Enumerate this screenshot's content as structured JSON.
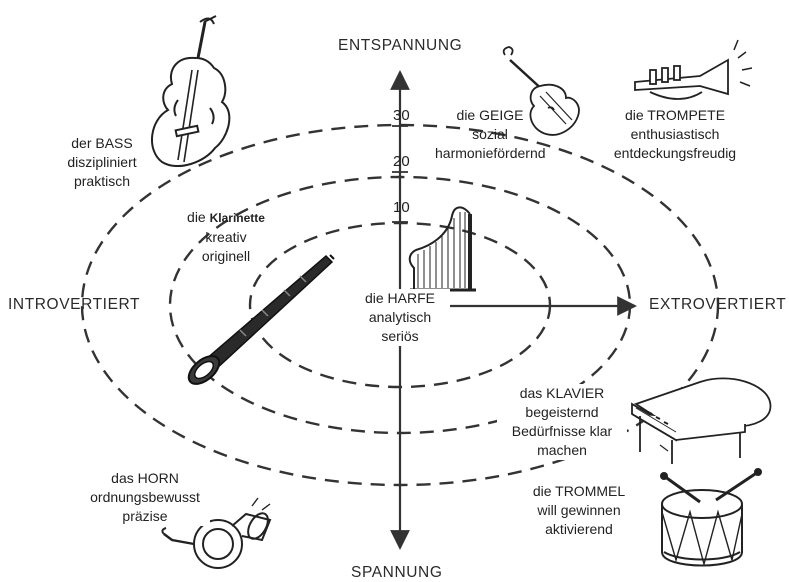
{
  "axes": {
    "top": "ENTSPANNUNG",
    "bottom": "SPANNUNG",
    "left": "INTROVERTIERT",
    "right": "EXTROVERTIERT",
    "ticks": [
      "10",
      "20",
      "30"
    ]
  },
  "instruments": {
    "bass": {
      "icon": "bass-icon",
      "lines": [
        "der BASS",
        "diszipliniert",
        "praktisch"
      ]
    },
    "geige": {
      "icon": "violin-icon",
      "lines": [
        "die GEIGE",
        "sozial",
        "harmoniefördernd"
      ]
    },
    "trompete": {
      "icon": "trumpet-icon",
      "lines": [
        "die TROMPETE",
        "enthusiastisch",
        "entdeckungsfreudig"
      ]
    },
    "klarinette": {
      "icon": "clarinet-icon",
      "prefix": "die",
      "name": "Klarinette",
      "lines": [
        "kreativ",
        "originell"
      ]
    },
    "harfe": {
      "icon": "harp-icon",
      "lines": [
        "die HARFE",
        "analytisch",
        "seriös"
      ]
    },
    "klavier": {
      "icon": "piano-icon",
      "lines": [
        "das KLAVIER",
        "begeisternd",
        "Bedürfnisse klar",
        "machen"
      ]
    },
    "horn": {
      "icon": "horn-icon",
      "lines": [
        "das HORN",
        "ordnungsbewusst",
        "präzise"
      ]
    },
    "trommel": {
      "icon": "drum-icon",
      "lines": [
        "die TROMMEL",
        "will gewinnen",
        "aktivierend"
      ]
    }
  }
}
